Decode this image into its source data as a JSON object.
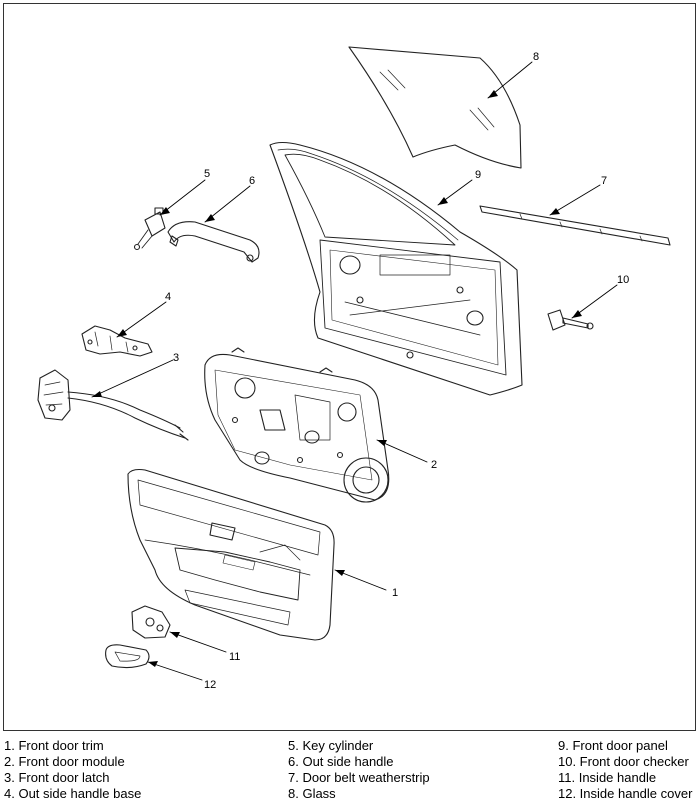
{
  "callouts": [
    "1",
    "2",
    "3",
    "4",
    "5",
    "6",
    "7",
    "8",
    "9",
    "10",
    "11",
    "12"
  ],
  "legend": {
    "col1": [
      "1. Front door trim",
      "2. Front door module",
      "3. Front door latch",
      "4. Out side handle base"
    ],
    "col2": [
      "5. Key cylinder",
      "6. Out side handle",
      "7. Door belt weatherstrip",
      "8. Glass"
    ],
    "col3": [
      "9. Front door panel",
      "10. Front door checker",
      "11. Inside handle",
      "12. Inside handle cover"
    ]
  }
}
